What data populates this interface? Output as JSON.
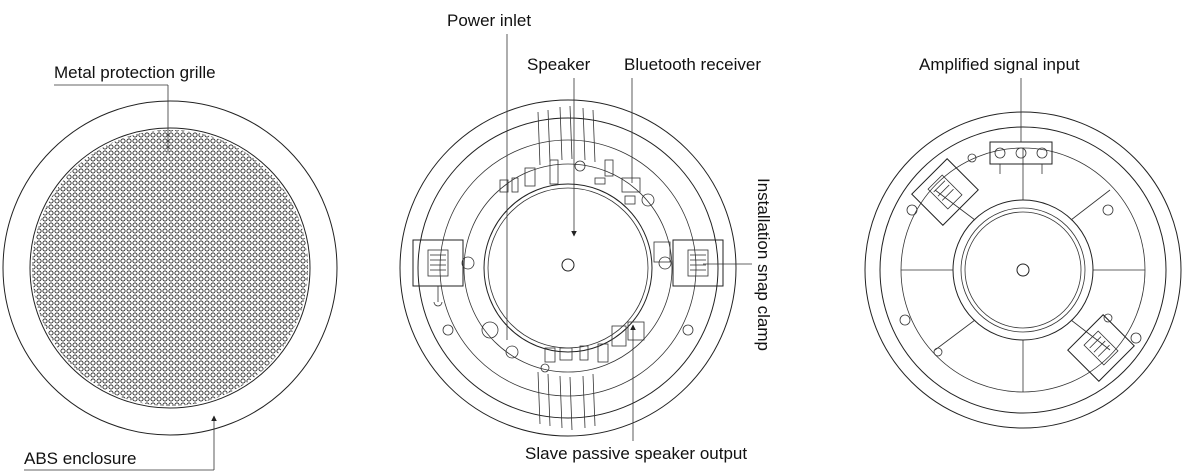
{
  "labels": {
    "metal_grille": "Metal protection grille",
    "abs_enclosure": "ABS enclosure",
    "power_inlet": "Power inlet",
    "speaker": "Speaker",
    "bluetooth_receiver": "Bluetooth receiver",
    "installation_clamp": "Installation snap clamp",
    "slave_output": "Slave passive speaker output",
    "amplified_input": "Amplified signal input"
  },
  "colors": {
    "line": "#222222",
    "text": "#111111",
    "background": "#ffffff"
  },
  "icons": {
    "callout": "arrow-pointer-icon",
    "board": "circuit-board-icon",
    "clamp": "snap-clamp-icon"
  }
}
